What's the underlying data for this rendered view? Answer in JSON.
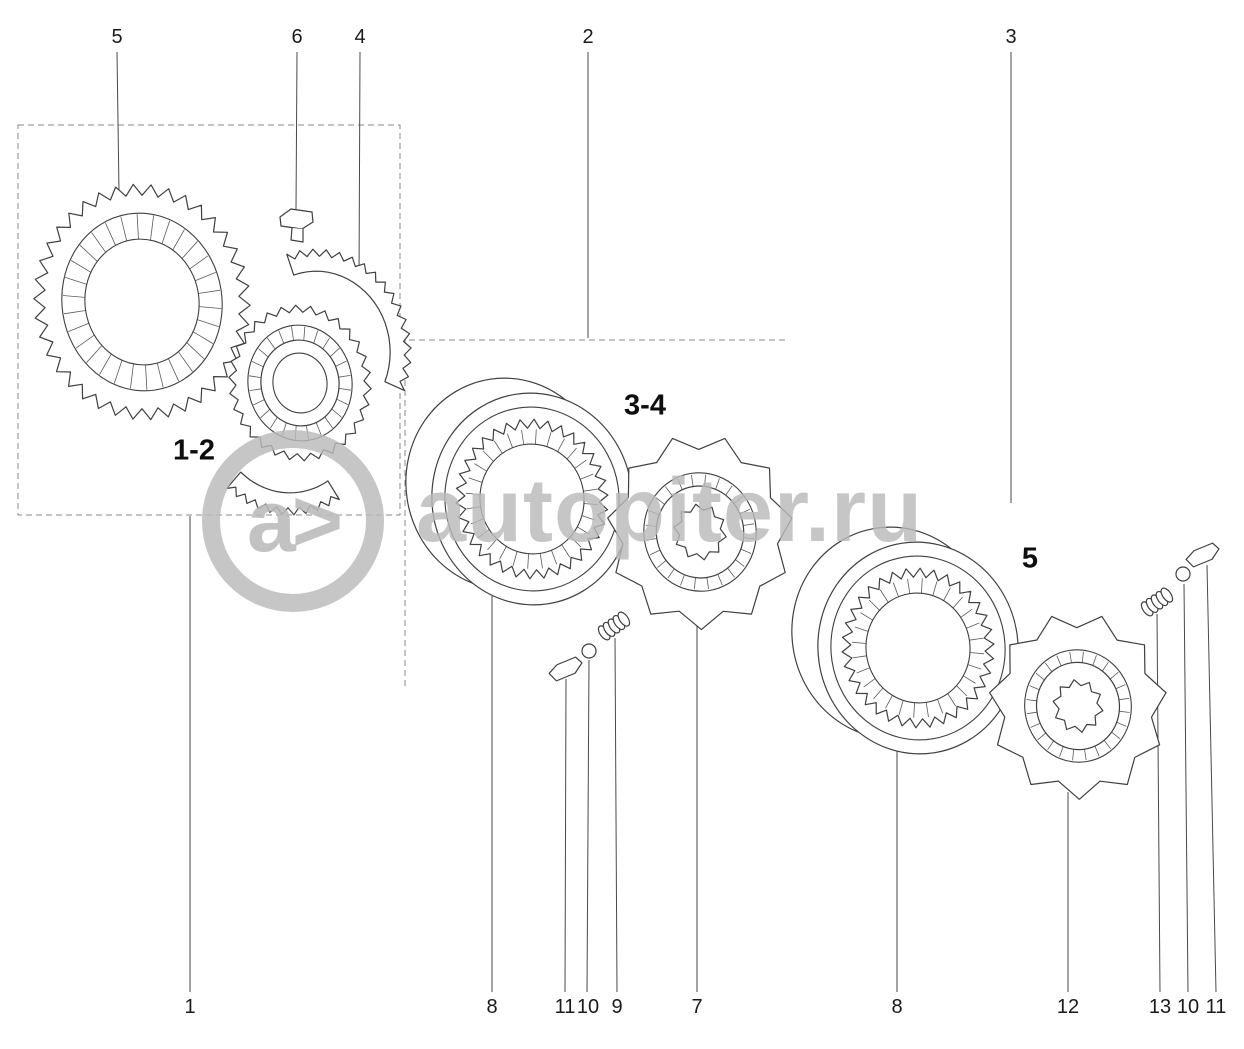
{
  "diagram": {
    "watermark": {
      "text": "autopiter.ru",
      "logo_text": "a>",
      "color": "#b9b9b9"
    },
    "group_labels": [
      {
        "text": "1-2"
      },
      {
        "text": "3-4"
      },
      {
        "text": "5"
      }
    ],
    "callouts_top": [
      {
        "label": "5"
      },
      {
        "label": "6"
      },
      {
        "label": "4"
      },
      {
        "label": "2"
      },
      {
        "label": "3"
      }
    ],
    "callouts_bottom": [
      {
        "label": "1"
      },
      {
        "label": "8"
      },
      {
        "label": "11"
      },
      {
        "label": "10"
      },
      {
        "label": "9"
      },
      {
        "label": "7"
      },
      {
        "label": "8"
      },
      {
        "label": "12"
      },
      {
        "label": "13"
      },
      {
        "label": "10"
      },
      {
        "label": "11"
      }
    ]
  }
}
